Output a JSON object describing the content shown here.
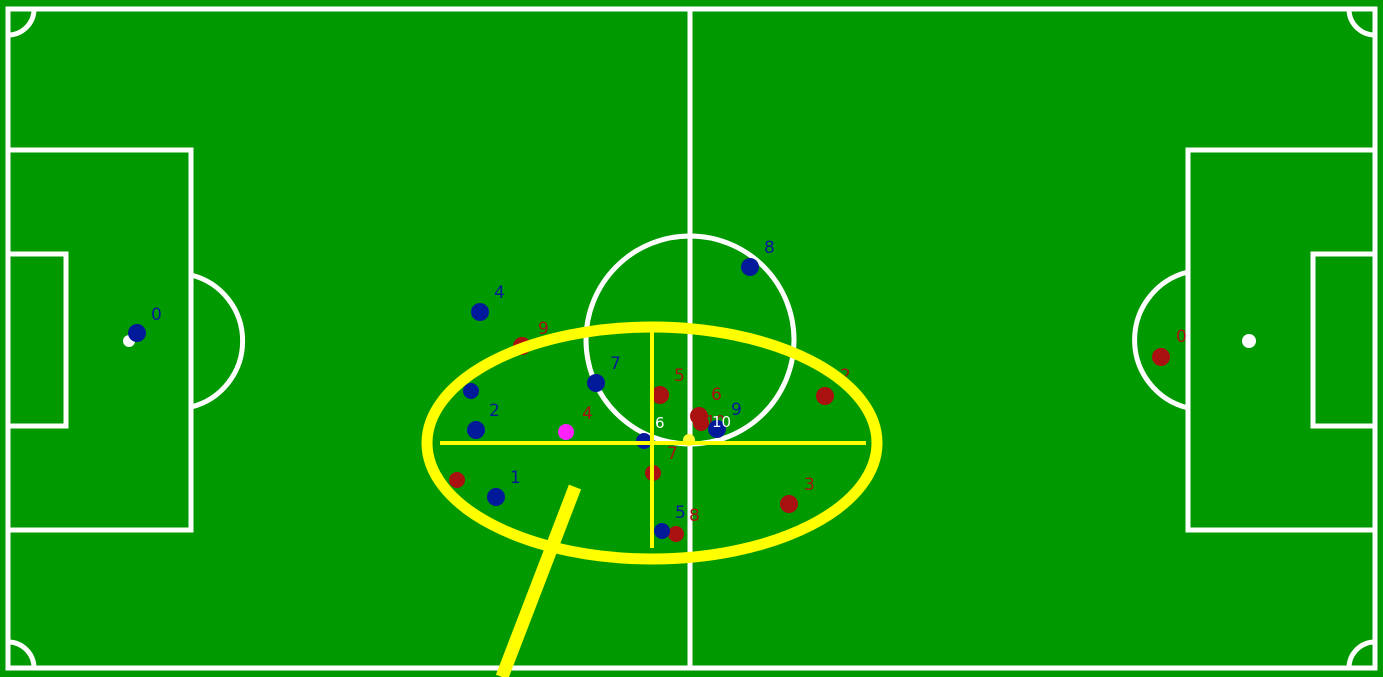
{
  "colors": {
    "pitch": "#009900",
    "lines": "#ffffff",
    "team_left": "#001a99",
    "team_right": "#aa1111",
    "ball": "#ffff33",
    "highlight": "#ff22ff",
    "annotation": "#ffff00"
  },
  "team_left": {
    "players": [
      {
        "label": "0"
      },
      {
        "label": "4"
      },
      {
        "label": "7"
      },
      {
        "label": ""
      },
      {
        "label": "2"
      },
      {
        "label": "1"
      },
      {
        "label": "6"
      },
      {
        "label": "5"
      },
      {
        "label": "8"
      },
      {
        "label": "9"
      },
      {
        "label": "10"
      }
    ]
  },
  "team_right": {
    "players": [
      {
        "label": "0"
      },
      {
        "label": "9"
      },
      {
        "label": "5"
      },
      {
        "label": "6"
      },
      {
        "label": "2"
      },
      {
        "label": "4"
      },
      {
        "label": "10"
      },
      {
        "label": "3"
      },
      {
        "label": "8"
      },
      {
        "label": "7"
      },
      {
        "label": ""
      }
    ]
  },
  "ball": {
    "label": "ball"
  },
  "annotation": {
    "label": "ellipse-annotation"
  }
}
